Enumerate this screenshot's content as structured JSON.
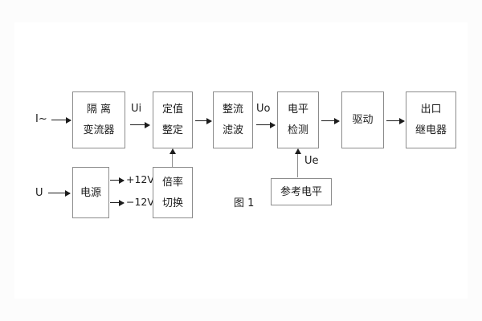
{
  "diagram": {
    "caption": "图 1",
    "blocks": [
      {
        "id": "isolation-ct",
        "lines": [
          "隔 离",
          "变流器"
        ]
      },
      {
        "id": "setting",
        "lines": [
          "定值",
          "整定"
        ]
      },
      {
        "id": "rectify-filter",
        "lines": [
          "整流",
          "滤波"
        ]
      },
      {
        "id": "level-detect",
        "lines": [
          "电平",
          "检测"
        ]
      },
      {
        "id": "drive",
        "lines": [
          "驱动"
        ]
      },
      {
        "id": "output-relay",
        "lines": [
          "出口",
          "继电器"
        ]
      },
      {
        "id": "power-supply",
        "lines": [
          "电源"
        ]
      },
      {
        "id": "ratio-switch",
        "lines": [
          "倍率",
          "切换"
        ]
      },
      {
        "id": "reference-level",
        "lines": [
          "参考电平"
        ]
      }
    ],
    "signals": {
      "current_input": "I~",
      "voltage_input": "U",
      "ui": "Ui",
      "uo": "Uo",
      "ue": "Ue",
      "rail_pos": "+12V",
      "rail_neg": "−12V"
    }
  }
}
